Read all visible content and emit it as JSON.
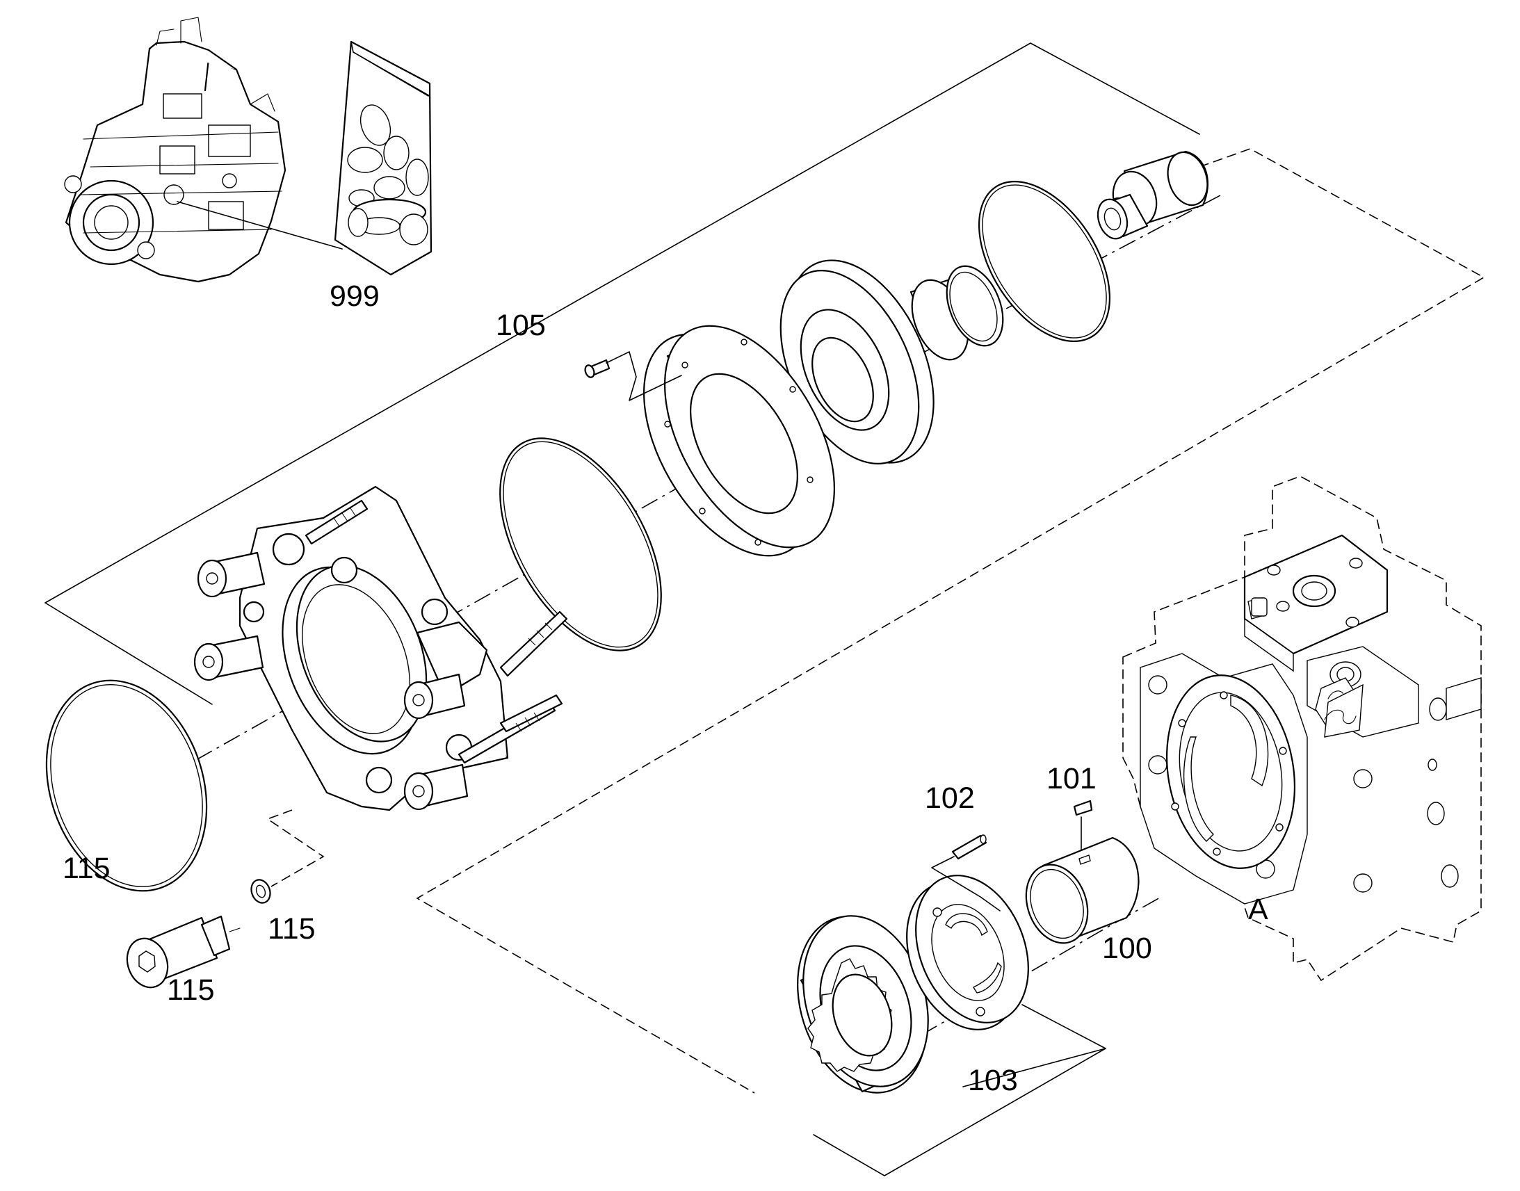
{
  "labels": {
    "l999": "999",
    "l105": "105",
    "l102": "102",
    "l101": "101",
    "l100": "100",
    "l103": "103",
    "l115a": "115",
    "l115b": "115",
    "l115c": "115",
    "casting_mark": "A"
  }
}
